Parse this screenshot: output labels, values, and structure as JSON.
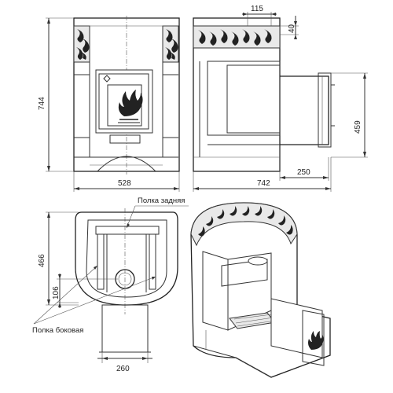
{
  "front_view": {
    "height_dim": "744",
    "width_dim": "528"
  },
  "side_view": {
    "top_dim": "115",
    "top_right_dim": "40",
    "tunnel_height_dim": "459",
    "tunnel_depth_dim": "250",
    "total_depth_dim": "742"
  },
  "plan_view": {
    "depth_dim": "466",
    "offset_dim": "106",
    "tunnel_width_dim": "260",
    "rear_shelf_label": "Полка задняя",
    "side_shelf_label": "Полка боковая"
  },
  "colors": {
    "line": "#333333",
    "tile_fill": "#e9e9e9"
  }
}
